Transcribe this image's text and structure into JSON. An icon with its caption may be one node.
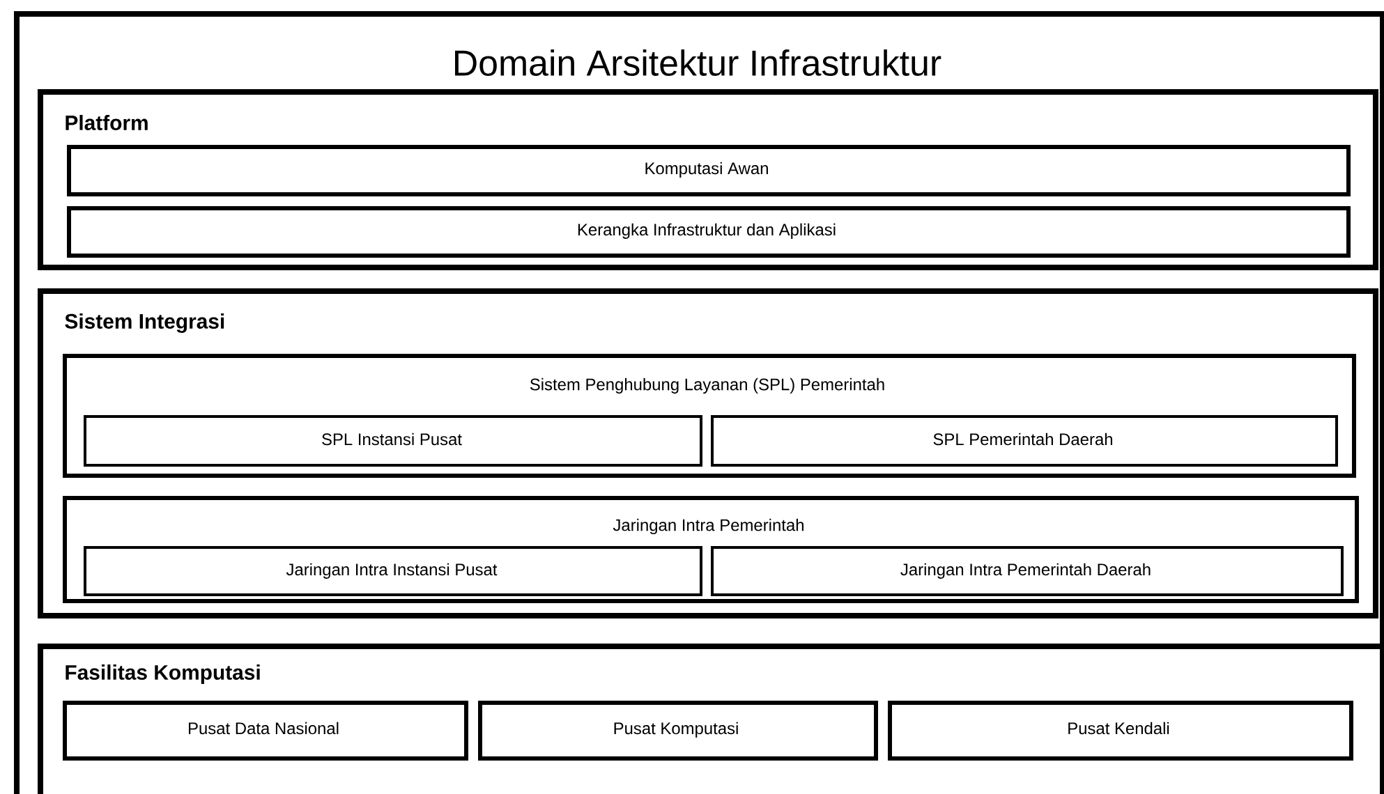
{
  "diagram": {
    "nodes": [
      {
        "text": [
          "Domain Arsitektur Infrastruktur"
        ]
      },
      {
        "text": [
          "Platform"
        ],
        "in": 0
      },
      {
        "text": [
          "Komputasi Awan"
        ],
        "in": 1
      },
      {
        "text": [
          "Kerangka Infrastruktur dan Aplikasi"
        ],
        "in": 1
      },
      {
        "text": [
          "Sistem Integrasi"
        ],
        "in": 0
      },
      {
        "text": [
          "Sistem Penghubung Layanan (SPL) Pemerintah"
        ],
        "in": 4
      },
      {
        "text": [
          "SPL Instansi Pusat"
        ],
        "in": 5
      },
      {
        "text": [
          "SPL Pemerintah Daerah"
        ],
        "in": 5
      },
      {
        "text": [
          "Jaringan Intra Pemerintah"
        ],
        "in": 4
      },
      {
        "text": [
          "Jaringan Intra Instansi Pusat"
        ],
        "in": 8
      },
      {
        "text": [
          "Jaringan Intra Pemerintah Daerah"
        ],
        "in": 8
      },
      {
        "text": [
          "Fasilitas Komputasi"
        ],
        "in": 0
      },
      {
        "text": [
          "Pusat Data Nasional"
        ],
        "in": 11
      },
      {
        "text": [
          "Pusat Komputasi"
        ],
        "in": 11
      },
      {
        "text": [
          "Pusat Kendali"
        ],
        "in": 11
      }
    ]
  }
}
